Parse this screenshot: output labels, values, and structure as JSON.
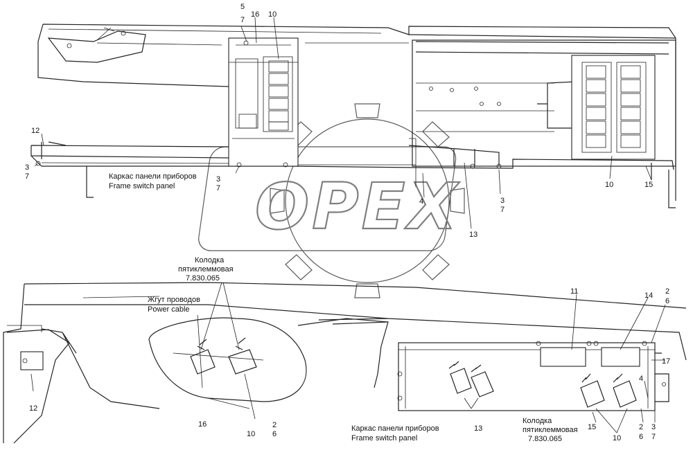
{
  "watermark": {
    "text": "OPEX"
  },
  "top_view": {
    "frame_label_ru": "Каркас панели приборов",
    "frame_label_en": "Frame switch panel",
    "callouts": {
      "c5": "5",
      "c7a": "7",
      "c16": "16",
      "c10a": "10",
      "c12": "12",
      "c3a": "3",
      "c7b": "7",
      "c3b": "3",
      "c7c": "7",
      "c4": "4",
      "c3c": "3",
      "c7d": "7",
      "c13": "13",
      "c10b": "10",
      "c15": "15"
    }
  },
  "bottom_view": {
    "connector_label_ru_1": "Колодка",
    "connector_label_ru_2": "пятиклеммовая",
    "connector_code": "7.830.065",
    "harness_label_ru": "Жгут проводов",
    "harness_label_en": "Power cable",
    "frame_label_ru": "Каркас панели приборов",
    "frame_label_en": "Frame switch panel",
    "connector2_label_ru_1": "Колодка",
    "connector2_label_ru_2": "пятиклеммовая",
    "connector2_code": "7.830.065",
    "callouts": {
      "c11": "11",
      "c14": "14",
      "c2a": "2",
      "c6a": "6",
      "c17": "17",
      "c4": "4",
      "c12": "12",
      "c16": "16",
      "c10a": "10",
      "c2b": "2",
      "c6b": "6",
      "c13": "13",
      "c15": "15",
      "c10b": "10",
      "c2c": "2",
      "c6c": "6",
      "c3": "3",
      "c7": "7"
    }
  }
}
